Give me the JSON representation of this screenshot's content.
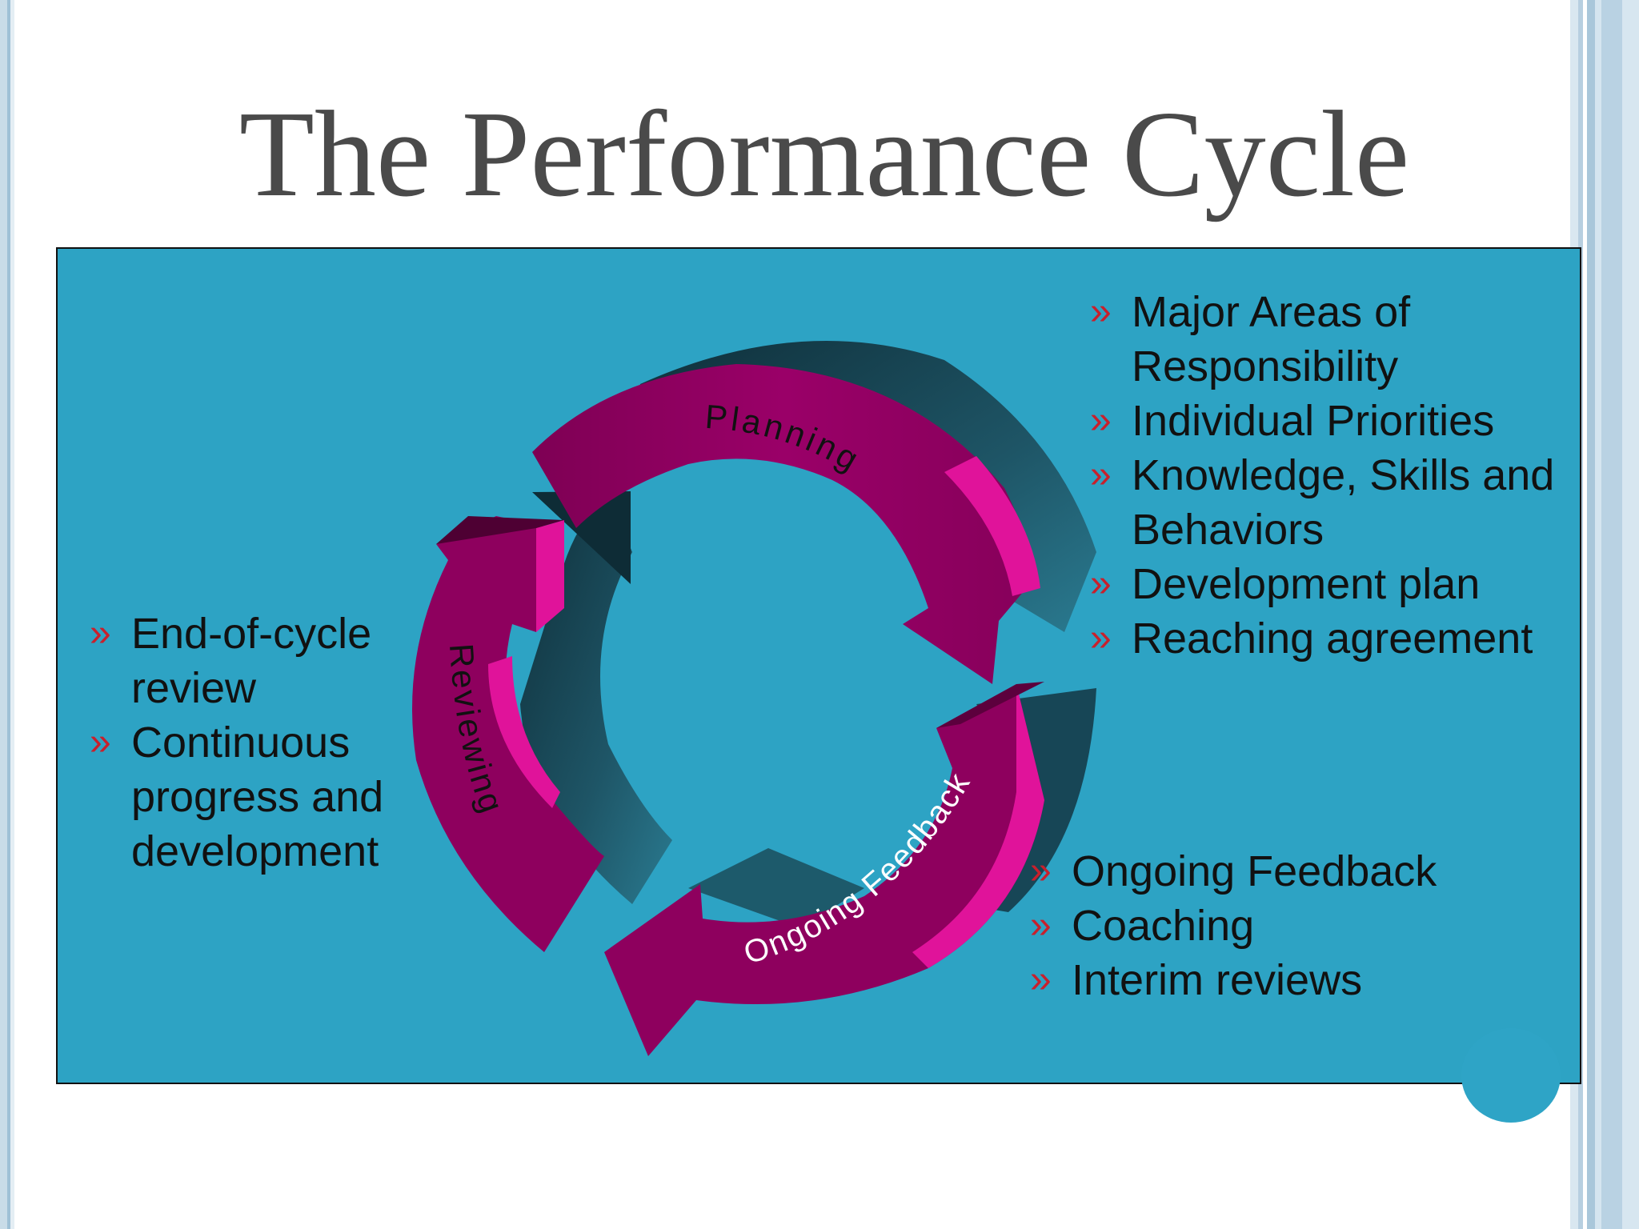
{
  "title": "The Performance Cycle",
  "diagram": {
    "stages": [
      "Planning",
      "Ongoing Feedback",
      "Reviewing"
    ]
  },
  "bullet_glyph": "»",
  "planning_points": [
    "Major Areas of Responsibility",
    "Individual Priorities",
    "Knowledge, Skills and Behaviors",
    "Development plan",
    "Reaching agreement"
  ],
  "reviewing_points": [
    "End-of-cycle review",
    "Continuous progress and development"
  ],
  "feedback_points": [
    "Ongoing Feedback",
    "Coaching",
    "Interim reviews"
  ],
  "colors": {
    "panel": "#2da3c4",
    "arrow_face": "#8e005e",
    "arrow_highlight": "#e0139a",
    "arrow_shadow": "#1a4350",
    "bullet": "#c8202c"
  }
}
